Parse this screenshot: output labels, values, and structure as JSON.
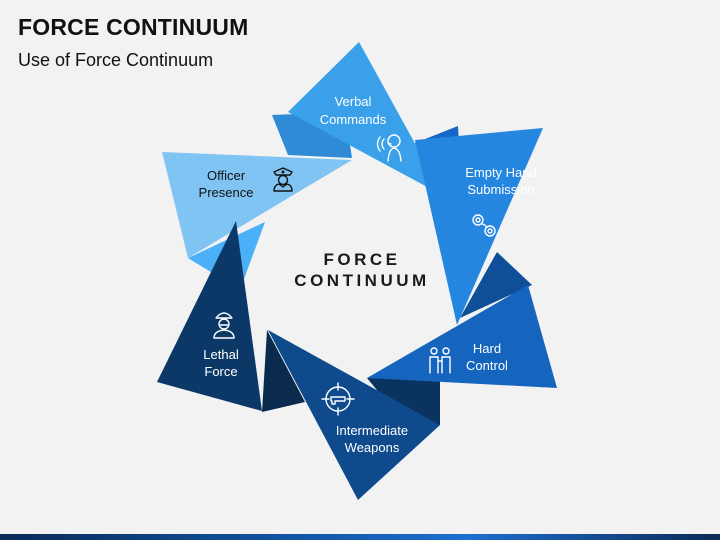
{
  "header": {
    "title": "FORCE CONTINUUM",
    "subtitle": "Use of Force Continuum"
  },
  "diagram": {
    "center": {
      "line1": "FORCE",
      "line2": "CONTINUUM"
    },
    "segments": [
      {
        "id": "officer-presence",
        "line1": "Officer",
        "line2": "Presence",
        "icon": "police-officer-icon",
        "color": "#80c4f4",
        "text_color": "#111111"
      },
      {
        "id": "verbal-commands",
        "line1": "Verbal",
        "line2": "Commands",
        "icon": "speaking-head-icon",
        "color": "#3aa0ea",
        "text_color": "#ffffff"
      },
      {
        "id": "empty-hand-submission",
        "line1": "Empty Hand",
        "line2": "Submission",
        "icon": "handcuffs-icon",
        "color": "#2586e0",
        "text_color": "#ffffff"
      },
      {
        "id": "hard-control",
        "line1": "Hard",
        "line2": "Control",
        "icon": "arrest-figures-icon",
        "color": "#1565bf",
        "text_color": "#ffffff"
      },
      {
        "id": "intermediate-weapons",
        "line1": "Intermediate",
        "line2": "Weapons",
        "icon": "crosshair-weapon-icon",
        "color": "#0e4a8c",
        "text_color": "#ffffff"
      },
      {
        "id": "lethal-force",
        "line1": "Lethal",
        "line2": "Force",
        "icon": "soldier-icon",
        "color": "#0c3867",
        "text_color": "#ffffff"
      }
    ]
  }
}
